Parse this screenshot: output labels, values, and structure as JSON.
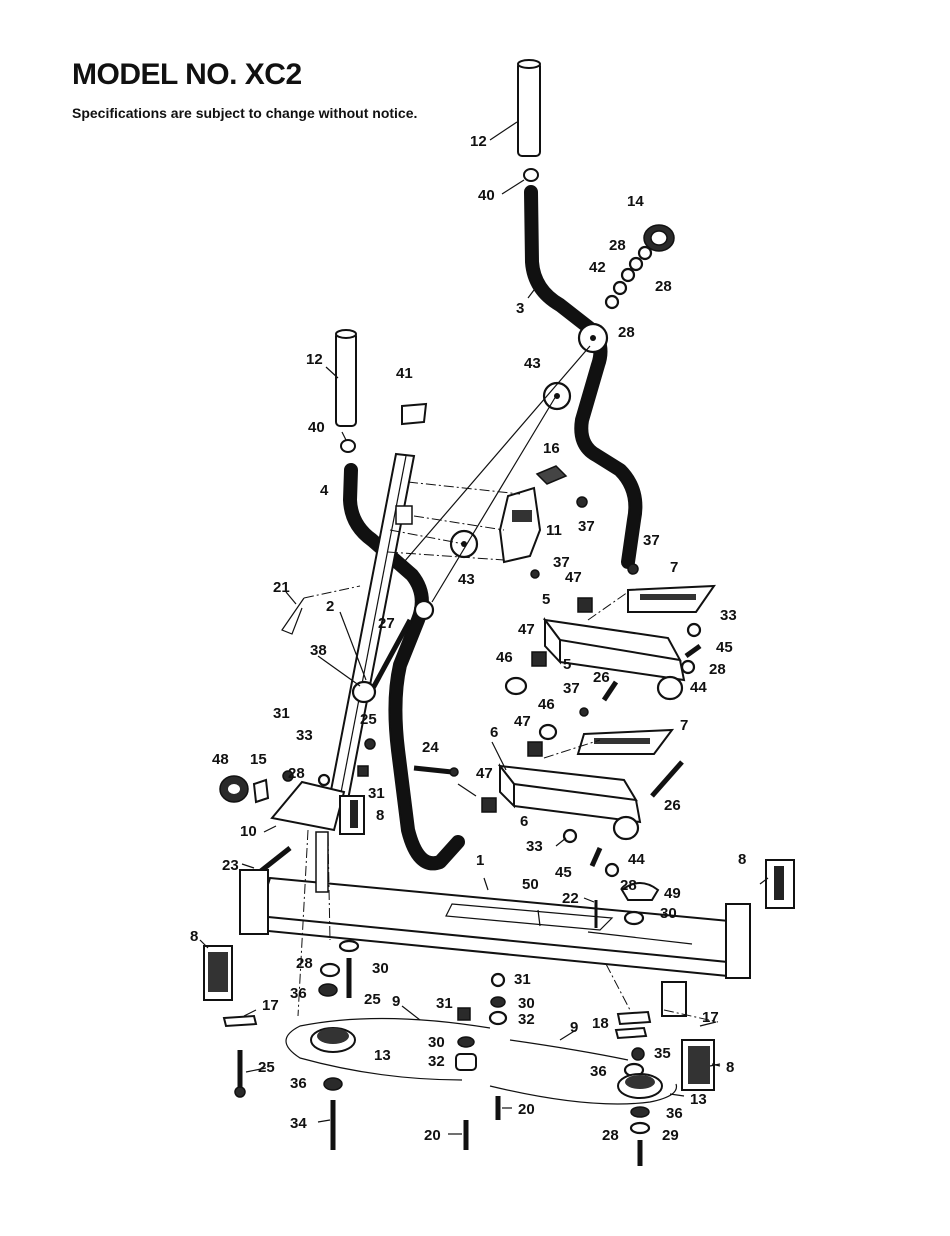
{
  "header": {
    "title": "MODEL NO.  XC2",
    "note": "Specifications are subject to change without notice."
  },
  "callouts": [
    {
      "id": "c-12a",
      "text": "12"
    },
    {
      "id": "c-40a",
      "text": "40"
    },
    {
      "id": "c-14",
      "text": "14"
    },
    {
      "id": "c-28a",
      "text": "28"
    },
    {
      "id": "c-42",
      "text": "42"
    },
    {
      "id": "c-28b",
      "text": "28"
    },
    {
      "id": "c-3",
      "text": "3"
    },
    {
      "id": "c-28c",
      "text": "28"
    },
    {
      "id": "c-12b",
      "text": "12"
    },
    {
      "id": "c-41",
      "text": "41"
    },
    {
      "id": "c-43a",
      "text": "43"
    },
    {
      "id": "c-40b",
      "text": "40"
    },
    {
      "id": "c-16",
      "text": "16"
    },
    {
      "id": "c-4",
      "text": "4"
    },
    {
      "id": "c-11",
      "text": "11"
    },
    {
      "id": "c-37a",
      "text": "37"
    },
    {
      "id": "c-37b",
      "text": "37"
    },
    {
      "id": "c-37c",
      "text": "37"
    },
    {
      "id": "c-43b",
      "text": "43"
    },
    {
      "id": "c-7a",
      "text": "7"
    },
    {
      "id": "c-47a",
      "text": "47"
    },
    {
      "id": "c-21",
      "text": "21"
    },
    {
      "id": "c-5a",
      "text": "5"
    },
    {
      "id": "c-33a",
      "text": "33"
    },
    {
      "id": "c-2",
      "text": "2"
    },
    {
      "id": "c-27",
      "text": "27"
    },
    {
      "id": "c-47b",
      "text": "47"
    },
    {
      "id": "c-45a",
      "text": "45"
    },
    {
      "id": "c-38",
      "text": "38"
    },
    {
      "id": "c-46a",
      "text": "46"
    },
    {
      "id": "c-5b",
      "text": "5"
    },
    {
      "id": "c-28d",
      "text": "28"
    },
    {
      "id": "c-26a",
      "text": "26"
    },
    {
      "id": "c-44a",
      "text": "44"
    },
    {
      "id": "c-37d",
      "text": "37"
    },
    {
      "id": "c-31a",
      "text": "31"
    },
    {
      "id": "c-46b",
      "text": "46"
    },
    {
      "id": "c-25a",
      "text": "25"
    },
    {
      "id": "c-47c",
      "text": "47"
    },
    {
      "id": "c-7b",
      "text": "7"
    },
    {
      "id": "c-33b",
      "text": "33"
    },
    {
      "id": "c-6a",
      "text": "6"
    },
    {
      "id": "c-24",
      "text": "24"
    },
    {
      "id": "c-48",
      "text": "48"
    },
    {
      "id": "c-15",
      "text": "15"
    },
    {
      "id": "c-28e",
      "text": "28"
    },
    {
      "id": "c-47d",
      "text": "47"
    },
    {
      "id": "c-31b",
      "text": "31"
    },
    {
      "id": "c-26b",
      "text": "26"
    },
    {
      "id": "c-8a",
      "text": "8"
    },
    {
      "id": "c-10",
      "text": "10"
    },
    {
      "id": "c-6b",
      "text": "6"
    },
    {
      "id": "c-33c",
      "text": "33"
    },
    {
      "id": "c-44b",
      "text": "44"
    },
    {
      "id": "c-23",
      "text": "23"
    },
    {
      "id": "c-1",
      "text": "1"
    },
    {
      "id": "c-45b",
      "text": "45"
    },
    {
      "id": "c-8b",
      "text": "8"
    },
    {
      "id": "c-28f",
      "text": "28"
    },
    {
      "id": "c-50",
      "text": "50"
    },
    {
      "id": "c-49",
      "text": "49"
    },
    {
      "id": "c-22",
      "text": "22"
    },
    {
      "id": "c-30a",
      "text": "30"
    },
    {
      "id": "c-8c",
      "text": "8"
    },
    {
      "id": "c-28g",
      "text": "28"
    },
    {
      "id": "c-30b",
      "text": "30"
    },
    {
      "id": "c-36a",
      "text": "36"
    },
    {
      "id": "c-25b",
      "text": "25"
    },
    {
      "id": "c-31c",
      "text": "31"
    },
    {
      "id": "c-9a",
      "text": "9"
    },
    {
      "id": "c-30c",
      "text": "30"
    },
    {
      "id": "c-17a",
      "text": "17"
    },
    {
      "id": "c-31d",
      "text": "31"
    },
    {
      "id": "c-32a",
      "text": "32"
    },
    {
      "id": "c-17b",
      "text": "17"
    },
    {
      "id": "c-18",
      "text": "18"
    },
    {
      "id": "c-9b",
      "text": "9"
    },
    {
      "id": "c-30d",
      "text": "30"
    },
    {
      "id": "c-13a",
      "text": "13"
    },
    {
      "id": "c-35",
      "text": "35"
    },
    {
      "id": "c-32b",
      "text": "32"
    },
    {
      "id": "c-8d",
      "text": "8"
    },
    {
      "id": "c-25c",
      "text": "25"
    },
    {
      "id": "c-36b",
      "text": "36"
    },
    {
      "id": "c-36c",
      "text": "36"
    },
    {
      "id": "c-20a",
      "text": "20"
    },
    {
      "id": "c-13b",
      "text": "13"
    },
    {
      "id": "c-34",
      "text": "34"
    },
    {
      "id": "c-36d",
      "text": "36"
    },
    {
      "id": "c-20b",
      "text": "20"
    },
    {
      "id": "c-28h",
      "text": "28"
    },
    {
      "id": "c-29",
      "text": "29"
    }
  ]
}
